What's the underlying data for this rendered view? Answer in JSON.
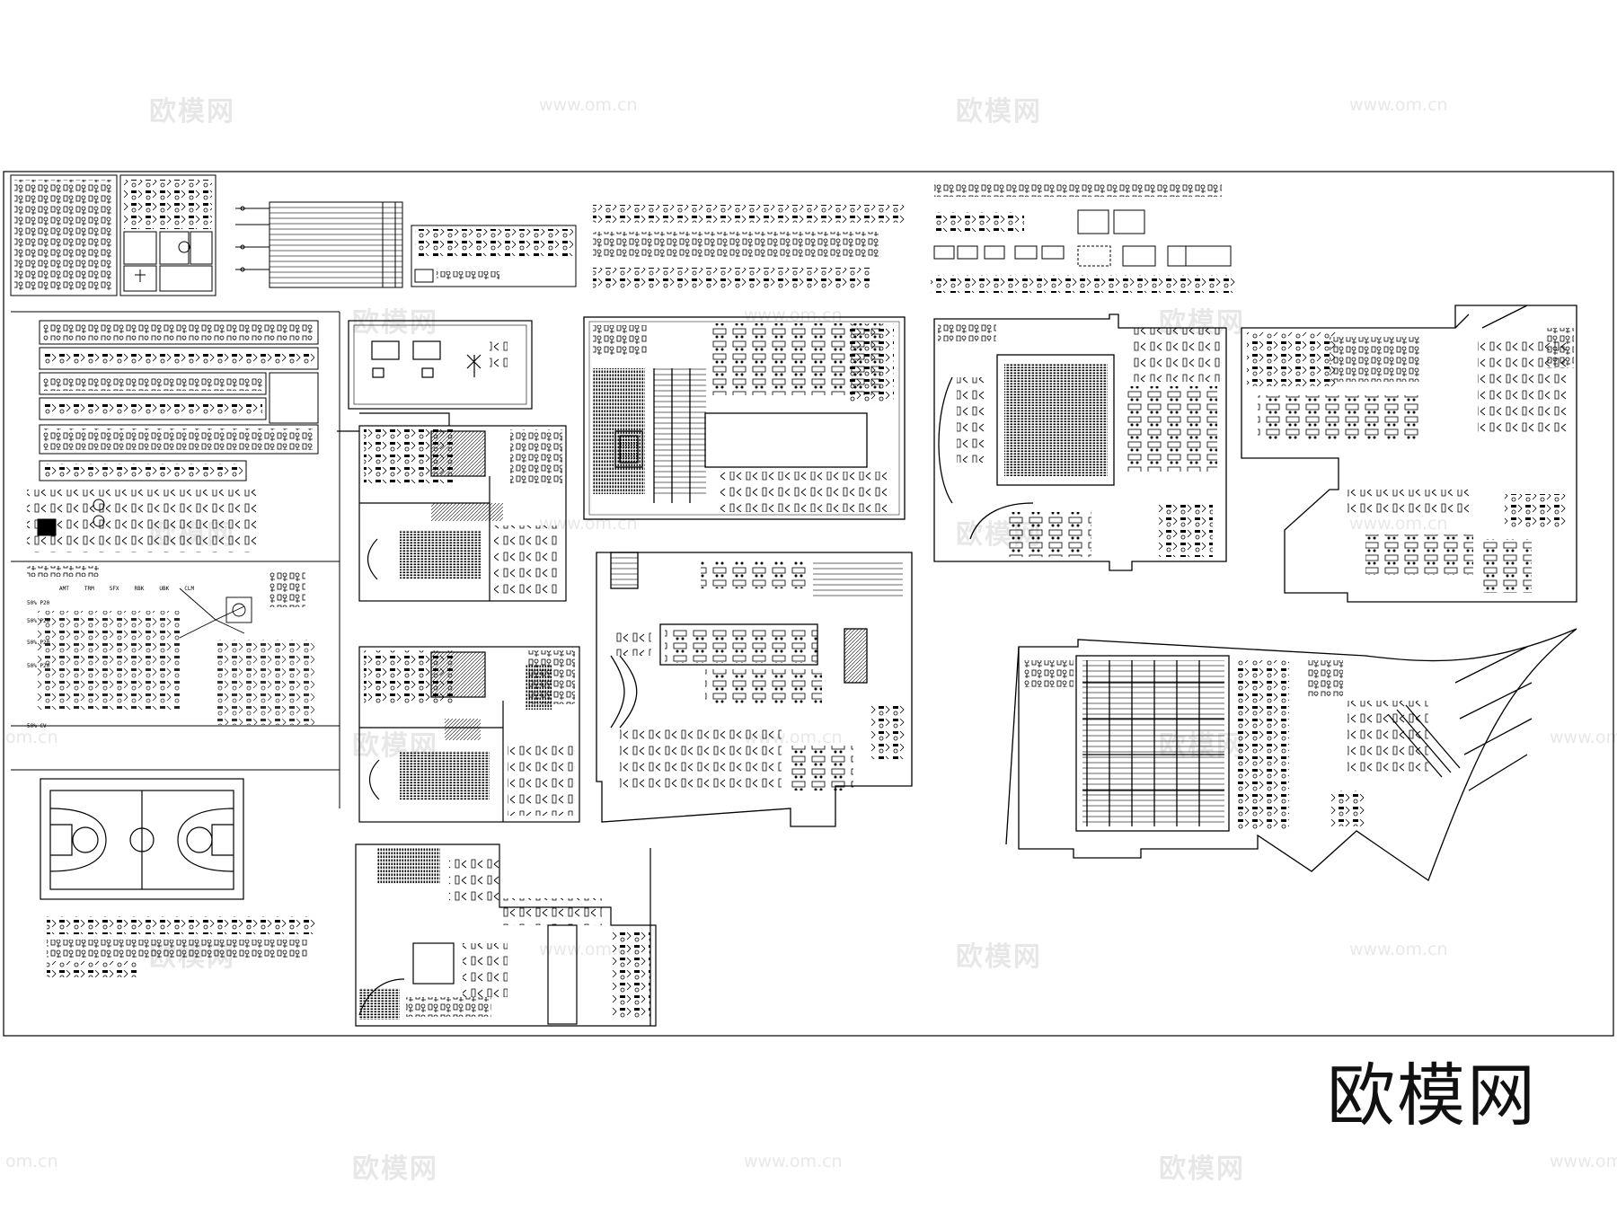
{
  "watermarks": {
    "brand_text": "欧模网",
    "url_text": "www.om.cn",
    "url_fragment": "om.cn"
  },
  "brand_logo": "欧模网",
  "legend_labels": {
    "columns": [
      "AMT",
      "TRM",
      "SFX",
      "RBK",
      "UBK",
      "CLM"
    ],
    "rows": [
      "50% P20",
      "50% P20",
      "50% P20",
      "50% P20",
      "50% CV"
    ]
  },
  "colors": {
    "line": "#000000",
    "background": "#ffffff",
    "watermark": "#b0b0b0"
  }
}
